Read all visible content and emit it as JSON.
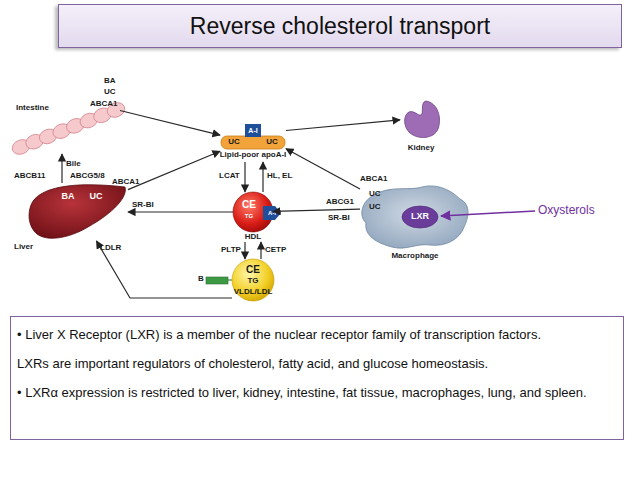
{
  "diagram": {
    "title": "Reverse cholesterol transport",
    "nodes": [
      {
        "text": [
          "Intestine"
        ]
      },
      {
        "text": [
          "BA",
          "UC",
          "Liver"
        ]
      },
      {
        "text": [
          "Kidney"
        ]
      },
      {
        "text": [
          "A-I",
          "UC",
          "UC",
          "Lipid-poor apoA-I"
        ]
      },
      {
        "text": [
          "CE",
          "TG",
          "A-I",
          "HDL"
        ]
      },
      {
        "text": [
          "Macrophage"
        ]
      },
      {
        "text": [
          "LXR"
        ],
        "in": 5
      },
      {
        "text": [
          "CE",
          "TG",
          "B",
          "VLDL/LDL"
        ]
      },
      {
        "text": [
          "• Liver X Receptor (LXR) is a member of the nuclear receptor family of transcription factors.",
          "LXRs are important regulators of cholesterol, fatty acid, and glucose homeostasis.",
          "• LXRα expression is restricted to liver, kidney, intestine, fat tissue, macrophages, lung, and spleen."
        ]
      }
    ],
    "edges": [
      {
        "from": 0,
        "to": 3,
        "arrow": "to"
      },
      {
        "from": 1,
        "to": 3,
        "arrow": "to"
      },
      {
        "from": 3,
        "to": 2,
        "arrow": "to"
      },
      {
        "from": 5,
        "to": 3,
        "arrow": "to"
      },
      {
        "from": 3,
        "to": 4,
        "label": "LCAT",
        "arrow": "to"
      },
      {
        "from": 4,
        "to": 3,
        "label": "HL, EL",
        "arrow": "to"
      },
      {
        "from": 5,
        "to": 4,
        "arrow": "to"
      },
      {
        "from": 4,
        "to": 1,
        "arrow": "to"
      },
      {
        "from": 4,
        "to": 7,
        "label": "PLTP",
        "arrow": "to"
      },
      {
        "from": 7,
        "to": 4,
        "label": "CETP",
        "arrow": "to"
      },
      {
        "from": 7,
        "to": 1,
        "arrow": "to"
      },
      {
        "from": 1,
        "to": 0,
        "label": "Bile",
        "arrow": "to"
      }
    ],
    "labels": [
      "BA",
      "UC",
      "ABCA1",
      "ABCB11",
      "ABCG5/8",
      "ABCA1",
      "SR-BI",
      "LDLR",
      "ABCA1",
      "UC",
      "ABCG1",
      "UC",
      "SR-BI",
      "Oxysterols"
    ]
  }
}
